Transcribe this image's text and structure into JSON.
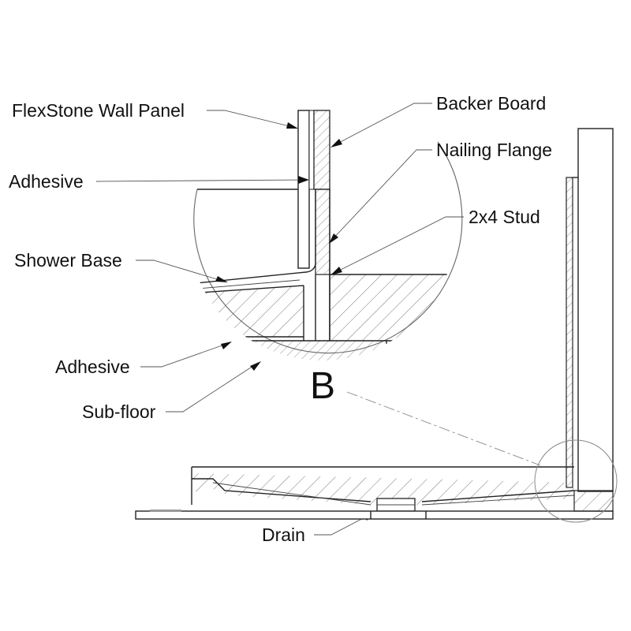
{
  "labels": {
    "flexstone_wall_panel": "FlexStone Wall Panel",
    "backer_board": "Backer Board",
    "nailing_flange": "Nailing Flange",
    "adhesive_upper": "Adhesive",
    "stud": "2x4 Stud",
    "shower_base": "Shower Base",
    "adhesive_lower": "Adhesive",
    "sub_floor": "Sub-floor",
    "detail_callout": "B",
    "drain": "Drain"
  }
}
